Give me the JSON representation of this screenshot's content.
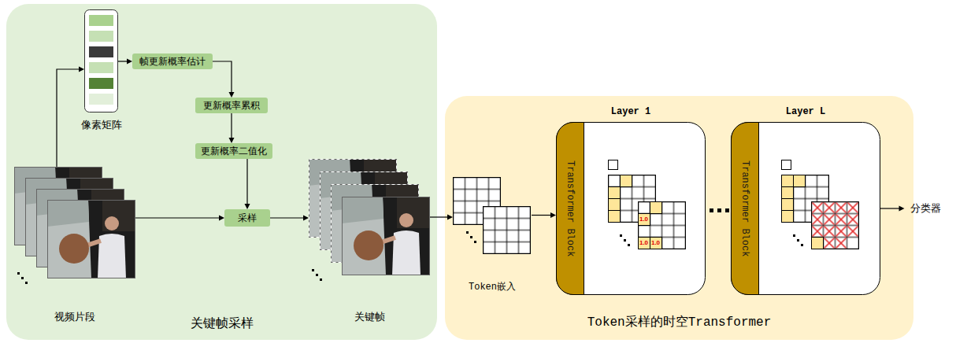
{
  "diagram": {
    "nodes": [
      {
        "text": [
          "关键帧采样"
        ]
      },
      {
        "text": [
          "像素矩阵"
        ],
        "in": 0
      },
      {
        "text": [
          "帧更新概率估计"
        ],
        "in": 0
      },
      {
        "text": [
          "更新概率累积"
        ],
        "in": 0
      },
      {
        "text": [
          "更新概率二值化"
        ],
        "in": 0
      },
      {
        "text": [
          "采样"
        ],
        "in": 0
      },
      {
        "text": [
          "视频片段"
        ],
        "in": 0
      },
      {
        "text": [
          "关键帧"
        ],
        "in": 0
      },
      {
        "text": [
          "Token采样的时空Transformer"
        ]
      },
      {
        "text": [
          "Token嵌入"
        ],
        "in": 8
      },
      {
        "text": [
          "Layer 1"
        ],
        "in": 8
      },
      {
        "text": [
          "Transformer Block"
        ],
        "in": 10
      },
      {
        "text": [
          "Layer L"
        ],
        "in": 8
      },
      {
        "text": [
          "Transformer Block"
        ],
        "in": 12
      },
      {
        "text": [
          "分类器"
        ]
      }
    ],
    "edges": [
      {
        "from": 6,
        "to": 1,
        "arrow": "to"
      },
      {
        "from": 1,
        "to": 2,
        "arrow": "to"
      },
      {
        "from": 2,
        "to": 3,
        "arrow": "to"
      },
      {
        "from": 3,
        "to": 4,
        "arrow": "to"
      },
      {
        "from": 4,
        "to": 5,
        "arrow": "to"
      },
      {
        "from": 6,
        "to": 5,
        "arrow": "to"
      },
      {
        "from": 5,
        "to": 7,
        "arrow": "to"
      },
      {
        "from": 7,
        "to": 9,
        "arrow": "to"
      },
      {
        "from": 9,
        "to": 11,
        "arrow": "to"
      },
      {
        "from": 12,
        "to": 14,
        "arrow": "to"
      }
    ],
    "labels": [
      "1.0",
      "1.0",
      "1.0"
    ]
  }
}
